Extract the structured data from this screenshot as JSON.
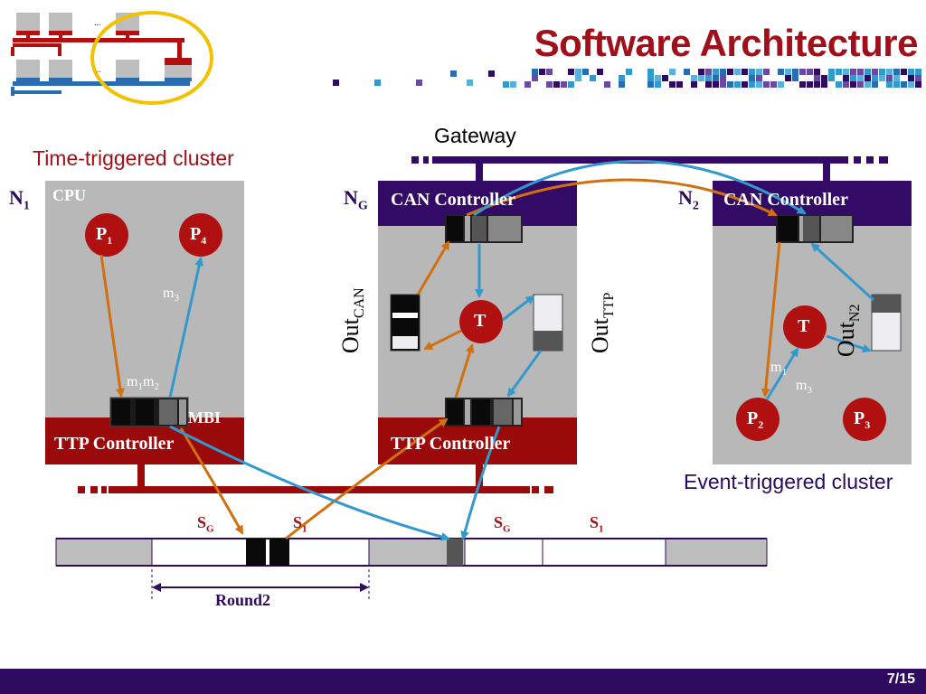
{
  "title": "Software Architecture",
  "page": "7/15",
  "gateway_label": "Gateway",
  "tt_cluster_label": "Time-triggered cluster",
  "et_cluster_label": "Event-triggered cluster",
  "thumb_dots": "...",
  "nodes": {
    "n1": {
      "name": "N",
      "sub": "1",
      "cpu": "CPU",
      "mbi": "MBI",
      "controller": "TTP Controller"
    },
    "ng": {
      "name": "N",
      "sub": "G",
      "controller_top": "CAN Controller",
      "controller_bottom": "TTP Controller",
      "task": "T"
    },
    "n2": {
      "name": "N",
      "sub": "2",
      "controller_top": "CAN Controller",
      "task": "T"
    }
  },
  "processes": {
    "p1": {
      "name": "P",
      "sub": "1"
    },
    "p4": {
      "name": "P",
      "sub": "4"
    },
    "p2": {
      "name": "P",
      "sub": "2"
    },
    "p3": {
      "name": "P",
      "sub": "3"
    }
  },
  "messages": {
    "m3_n1": {
      "name": "m",
      "sub": "3"
    },
    "m1m2": {
      "a": "m",
      "a_sub": "1",
      "b": "m",
      "b_sub": "2"
    },
    "m1_n2": {
      "name": "m",
      "sub": "1"
    },
    "m3_n2": {
      "name": "m",
      "sub": "3"
    }
  },
  "queues": {
    "out_can": {
      "name": "Out",
      "sub": "CAN"
    },
    "out_ttp": {
      "name": "Out",
      "sub": "TTP"
    },
    "out_n2": {
      "name": "Out",
      "sub": "N2"
    }
  },
  "schedule": {
    "slots": [
      {
        "name": "S",
        "sub": "G"
      },
      {
        "name": "S",
        "sub": "1"
      },
      {
        "name": "S",
        "sub": "G"
      },
      {
        "name": "S",
        "sub": "1"
      }
    ],
    "round_label": "Round2"
  },
  "colors": {
    "title_red": "#a0101a",
    "node_gray": "#b8b8b8",
    "controller_red": "#9a0a0a",
    "can_purple": "#330a66",
    "process_red": "#b01010",
    "arrow_orange": "#d07010",
    "arrow_blue": "#3399cc",
    "footer": "#2e0b5e"
  }
}
